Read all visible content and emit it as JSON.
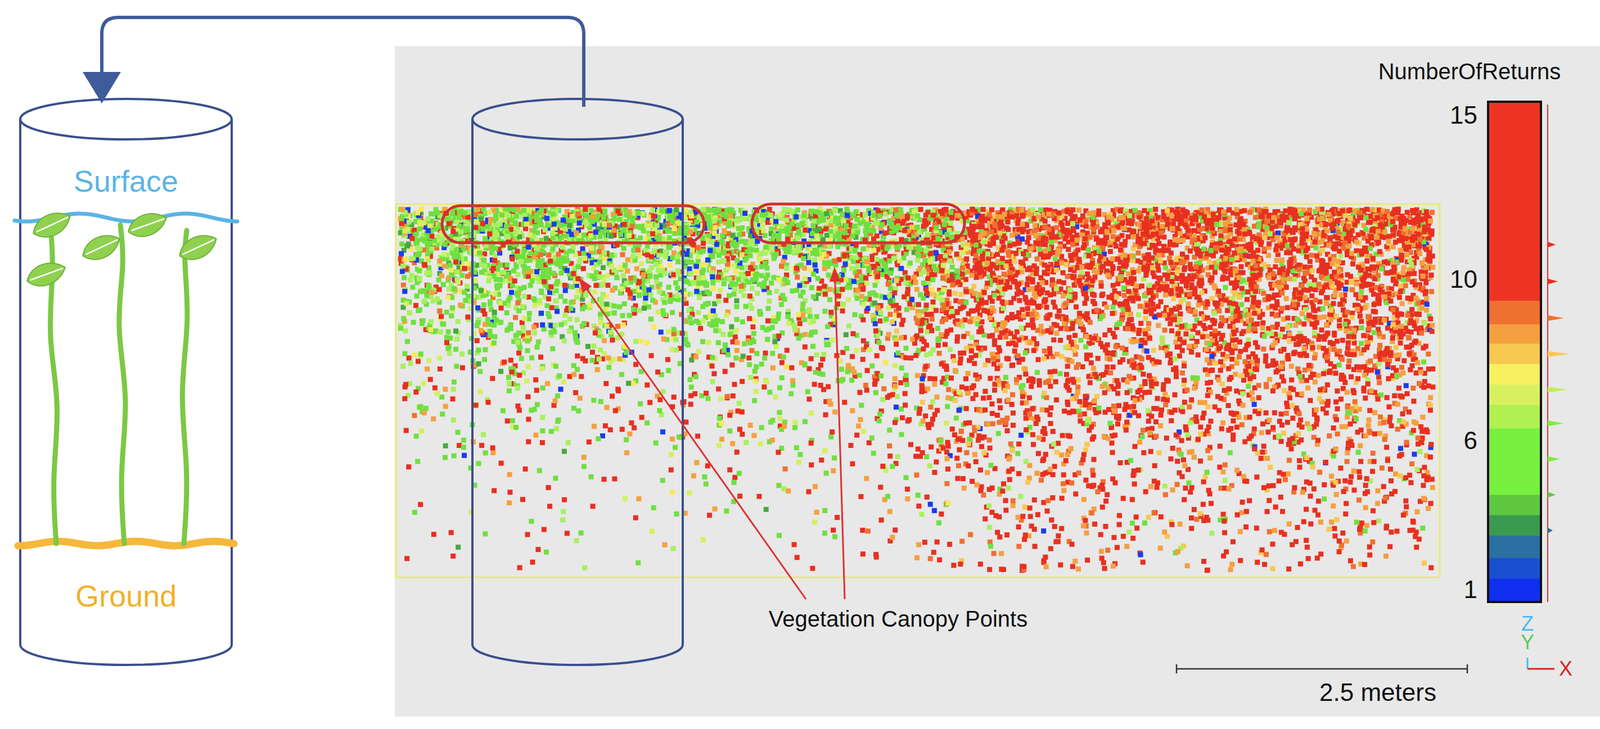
{
  "diagram": {
    "nodes": [
      {
        "text": [
          "Surface",
          "Ground"
        ]
      }
    ],
    "labels": [
      "NumberOfReturns",
      "15",
      "10",
      "6",
      "1",
      "Vegetation Canopy Points",
      "2.5 meters",
      "Z",
      "Y",
      "X"
    ]
  }
}
